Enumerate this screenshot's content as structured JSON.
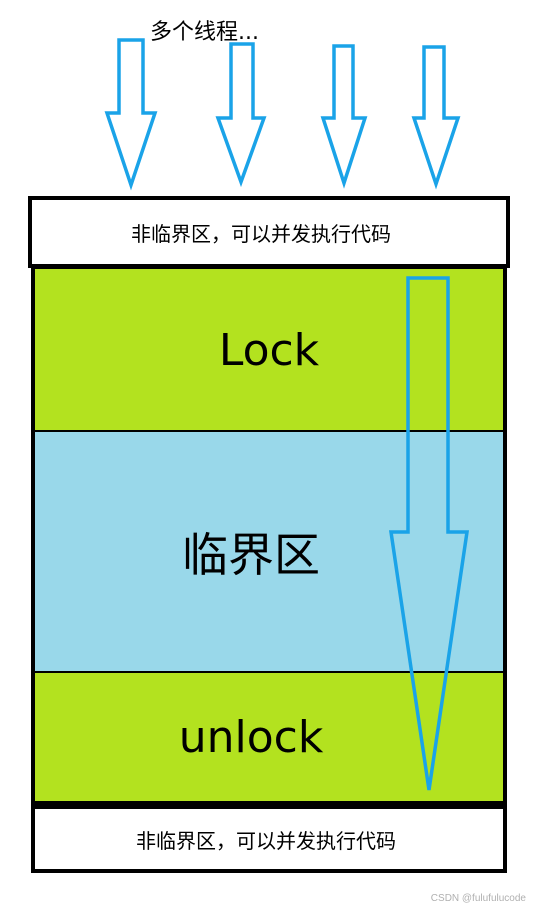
{
  "title": "多个线程...",
  "top_box_text": "非临界区，可以并发执行代码",
  "lock_text": "Lock",
  "critical_text": "临界区",
  "unlock_text": "unlock",
  "bottom_box_text": "非临界区，可以并发执行代码",
  "watermark": "CSDN @fulufulucode",
  "colors": {
    "green": "#b3e21f",
    "light_blue": "#99d8ea",
    "arrow_blue": "#1aa3e8",
    "border": "#000000"
  }
}
